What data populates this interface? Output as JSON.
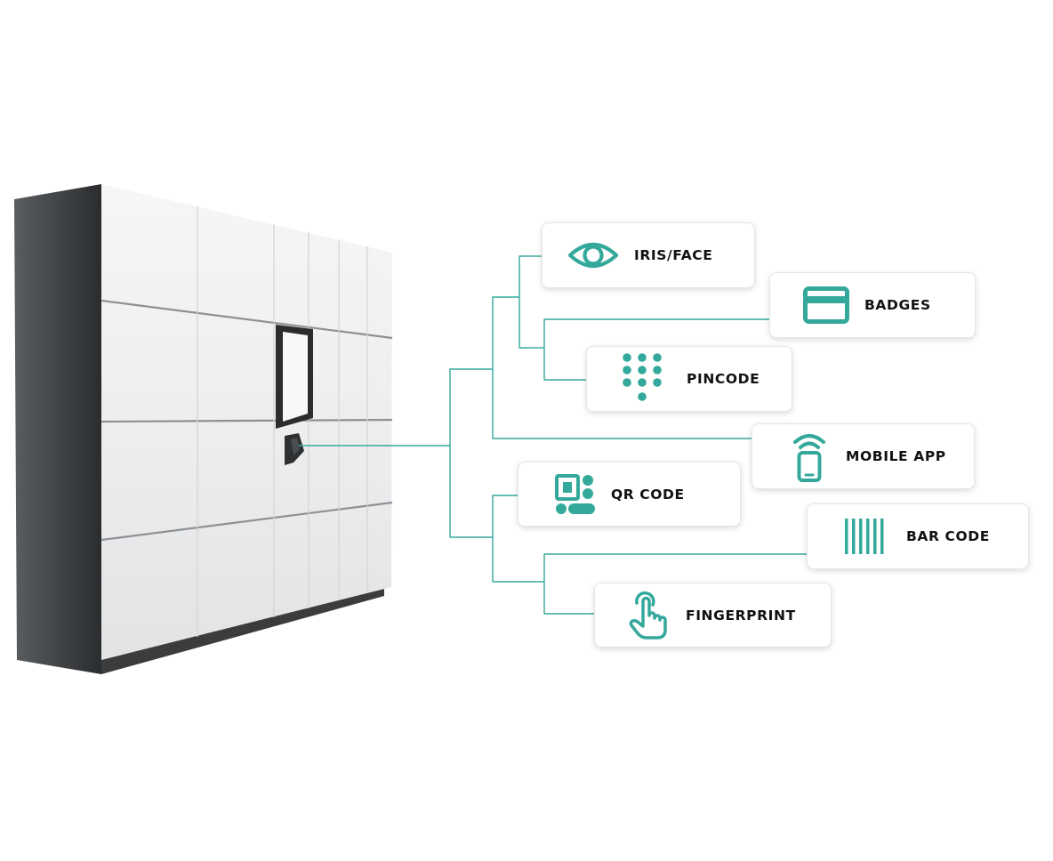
{
  "accent_color": "#34a99b",
  "methods": {
    "iris_face": {
      "label": "IRIS/FACE",
      "icon": "eye-icon"
    },
    "badges": {
      "label": "BADGES",
      "icon": "credit-card-icon"
    },
    "pincode": {
      "label": "PINCODE",
      "icon": "keypad-icon"
    },
    "mobile_app": {
      "label": "MOBILE APP",
      "icon": "smartphone-wifi-icon"
    },
    "qr_code": {
      "label": "QR CODE",
      "icon": "qr-code-icon"
    },
    "bar_code": {
      "label": "BAR CODE",
      "icon": "barcode-icon"
    },
    "fingerprint": {
      "label": "FINGERPRINT",
      "icon": "tap-hand-icon"
    }
  },
  "locker": {
    "image": "smart-locker-terminal"
  }
}
